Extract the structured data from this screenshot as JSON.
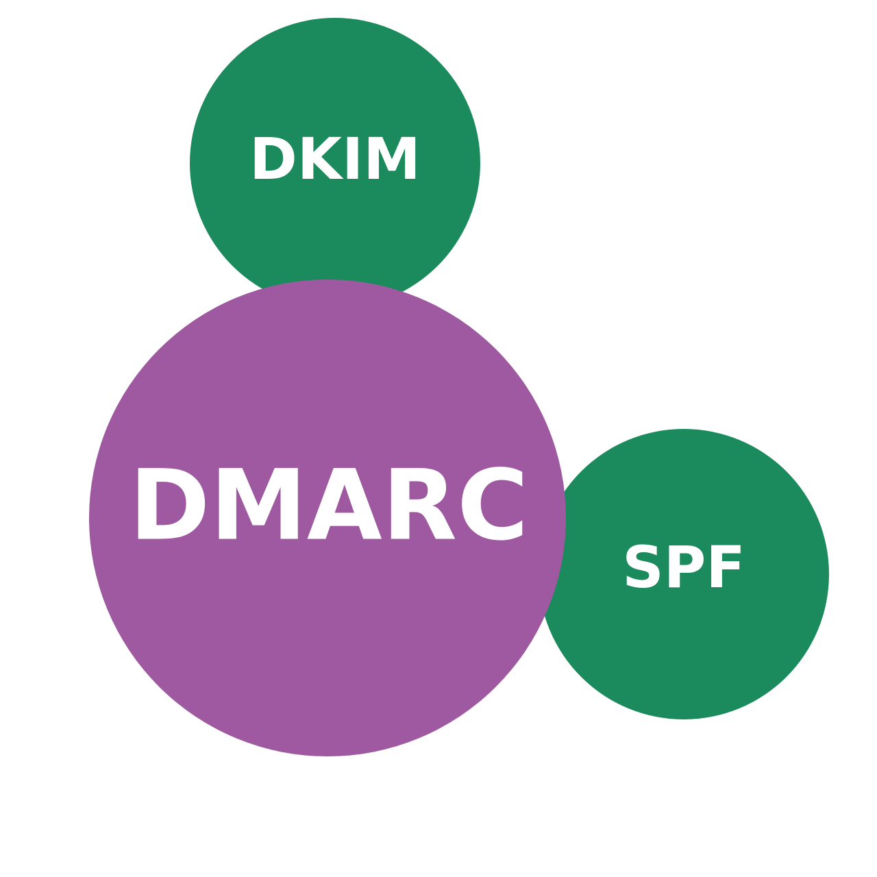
{
  "nodes": {
    "dkim": {
      "label": "DKIM"
    },
    "spf": {
      "label": "SPF"
    },
    "dmarc": {
      "label": "DMARC"
    }
  },
  "colors": {
    "green": "#1b8a5d",
    "purple": "#9e59a1",
    "text": "#ffffff",
    "background": "#ffffff"
  }
}
